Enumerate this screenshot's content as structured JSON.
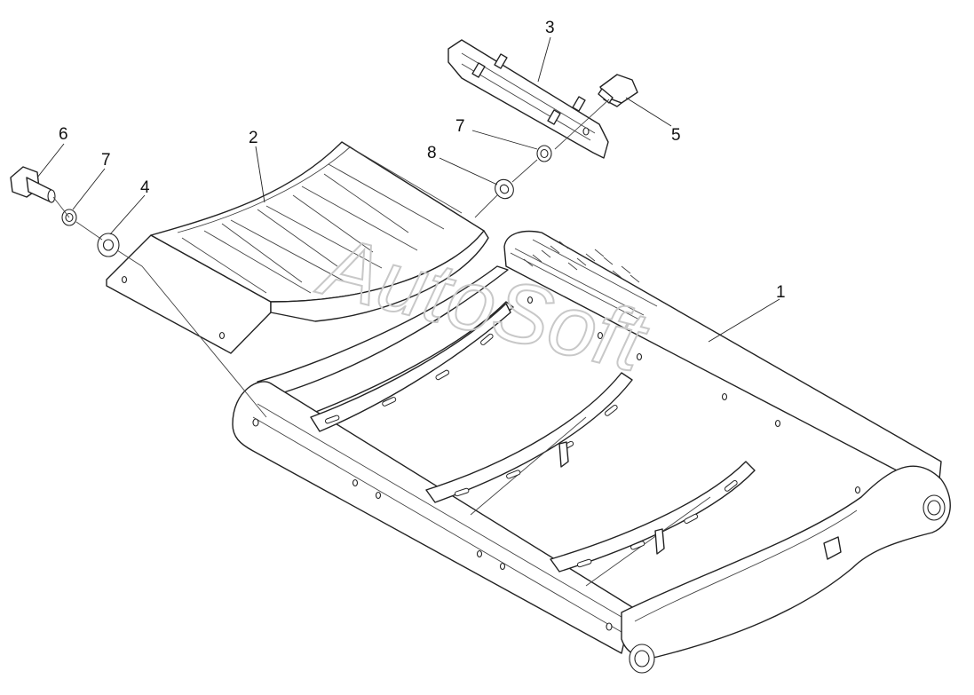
{
  "watermark": "AutoSoft",
  "callouts": [
    {
      "label": "1"
    },
    {
      "label": "2"
    },
    {
      "label": "3"
    },
    {
      "label": "4"
    },
    {
      "label": "5"
    },
    {
      "label": "6"
    },
    {
      "label": "7"
    },
    {
      "label": "7"
    },
    {
      "label": "8"
    }
  ],
  "colors": {
    "line": "#222222",
    "background": "#ffffff",
    "watermark": "#c8c8c8"
  }
}
